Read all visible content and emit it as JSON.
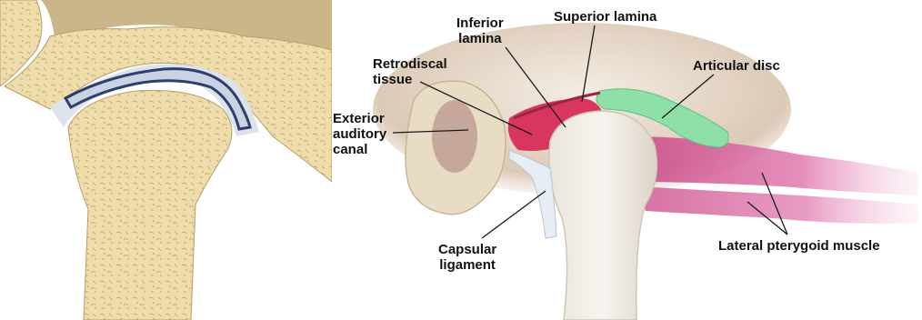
{
  "labels": {
    "inferior_lamina": [
      "Inferior",
      "lamina"
    ],
    "superior_lamina": "Superior lamina",
    "retrodiscal_tissue": [
      "Retrodiscal",
      "tissue"
    ],
    "articular_disc": "Articular disc",
    "exterior_auditory_canal": [
      "Exterior",
      "auditory",
      "canal"
    ],
    "capsular_ligament": [
      "Capsular",
      "ligament"
    ],
    "lateral_pterygoid_muscle": "Lateral pterygoid muscle"
  },
  "colors": {
    "bone": "#eedcaa",
    "bone_spots": "#c9b07a",
    "bone_edge": "#b79f6a",
    "skull_background": "#cbb68a",
    "disc": "#c9d3e2",
    "disc_outline": "#2e3f6b",
    "cartilage": "#dde3ec",
    "retrodiscal": "#d8365f",
    "articular_disc": "#8ee0a8",
    "muscle": "#e07ab0",
    "ligament": "#e6edf4",
    "leader_line": "#1a1a1a"
  }
}
